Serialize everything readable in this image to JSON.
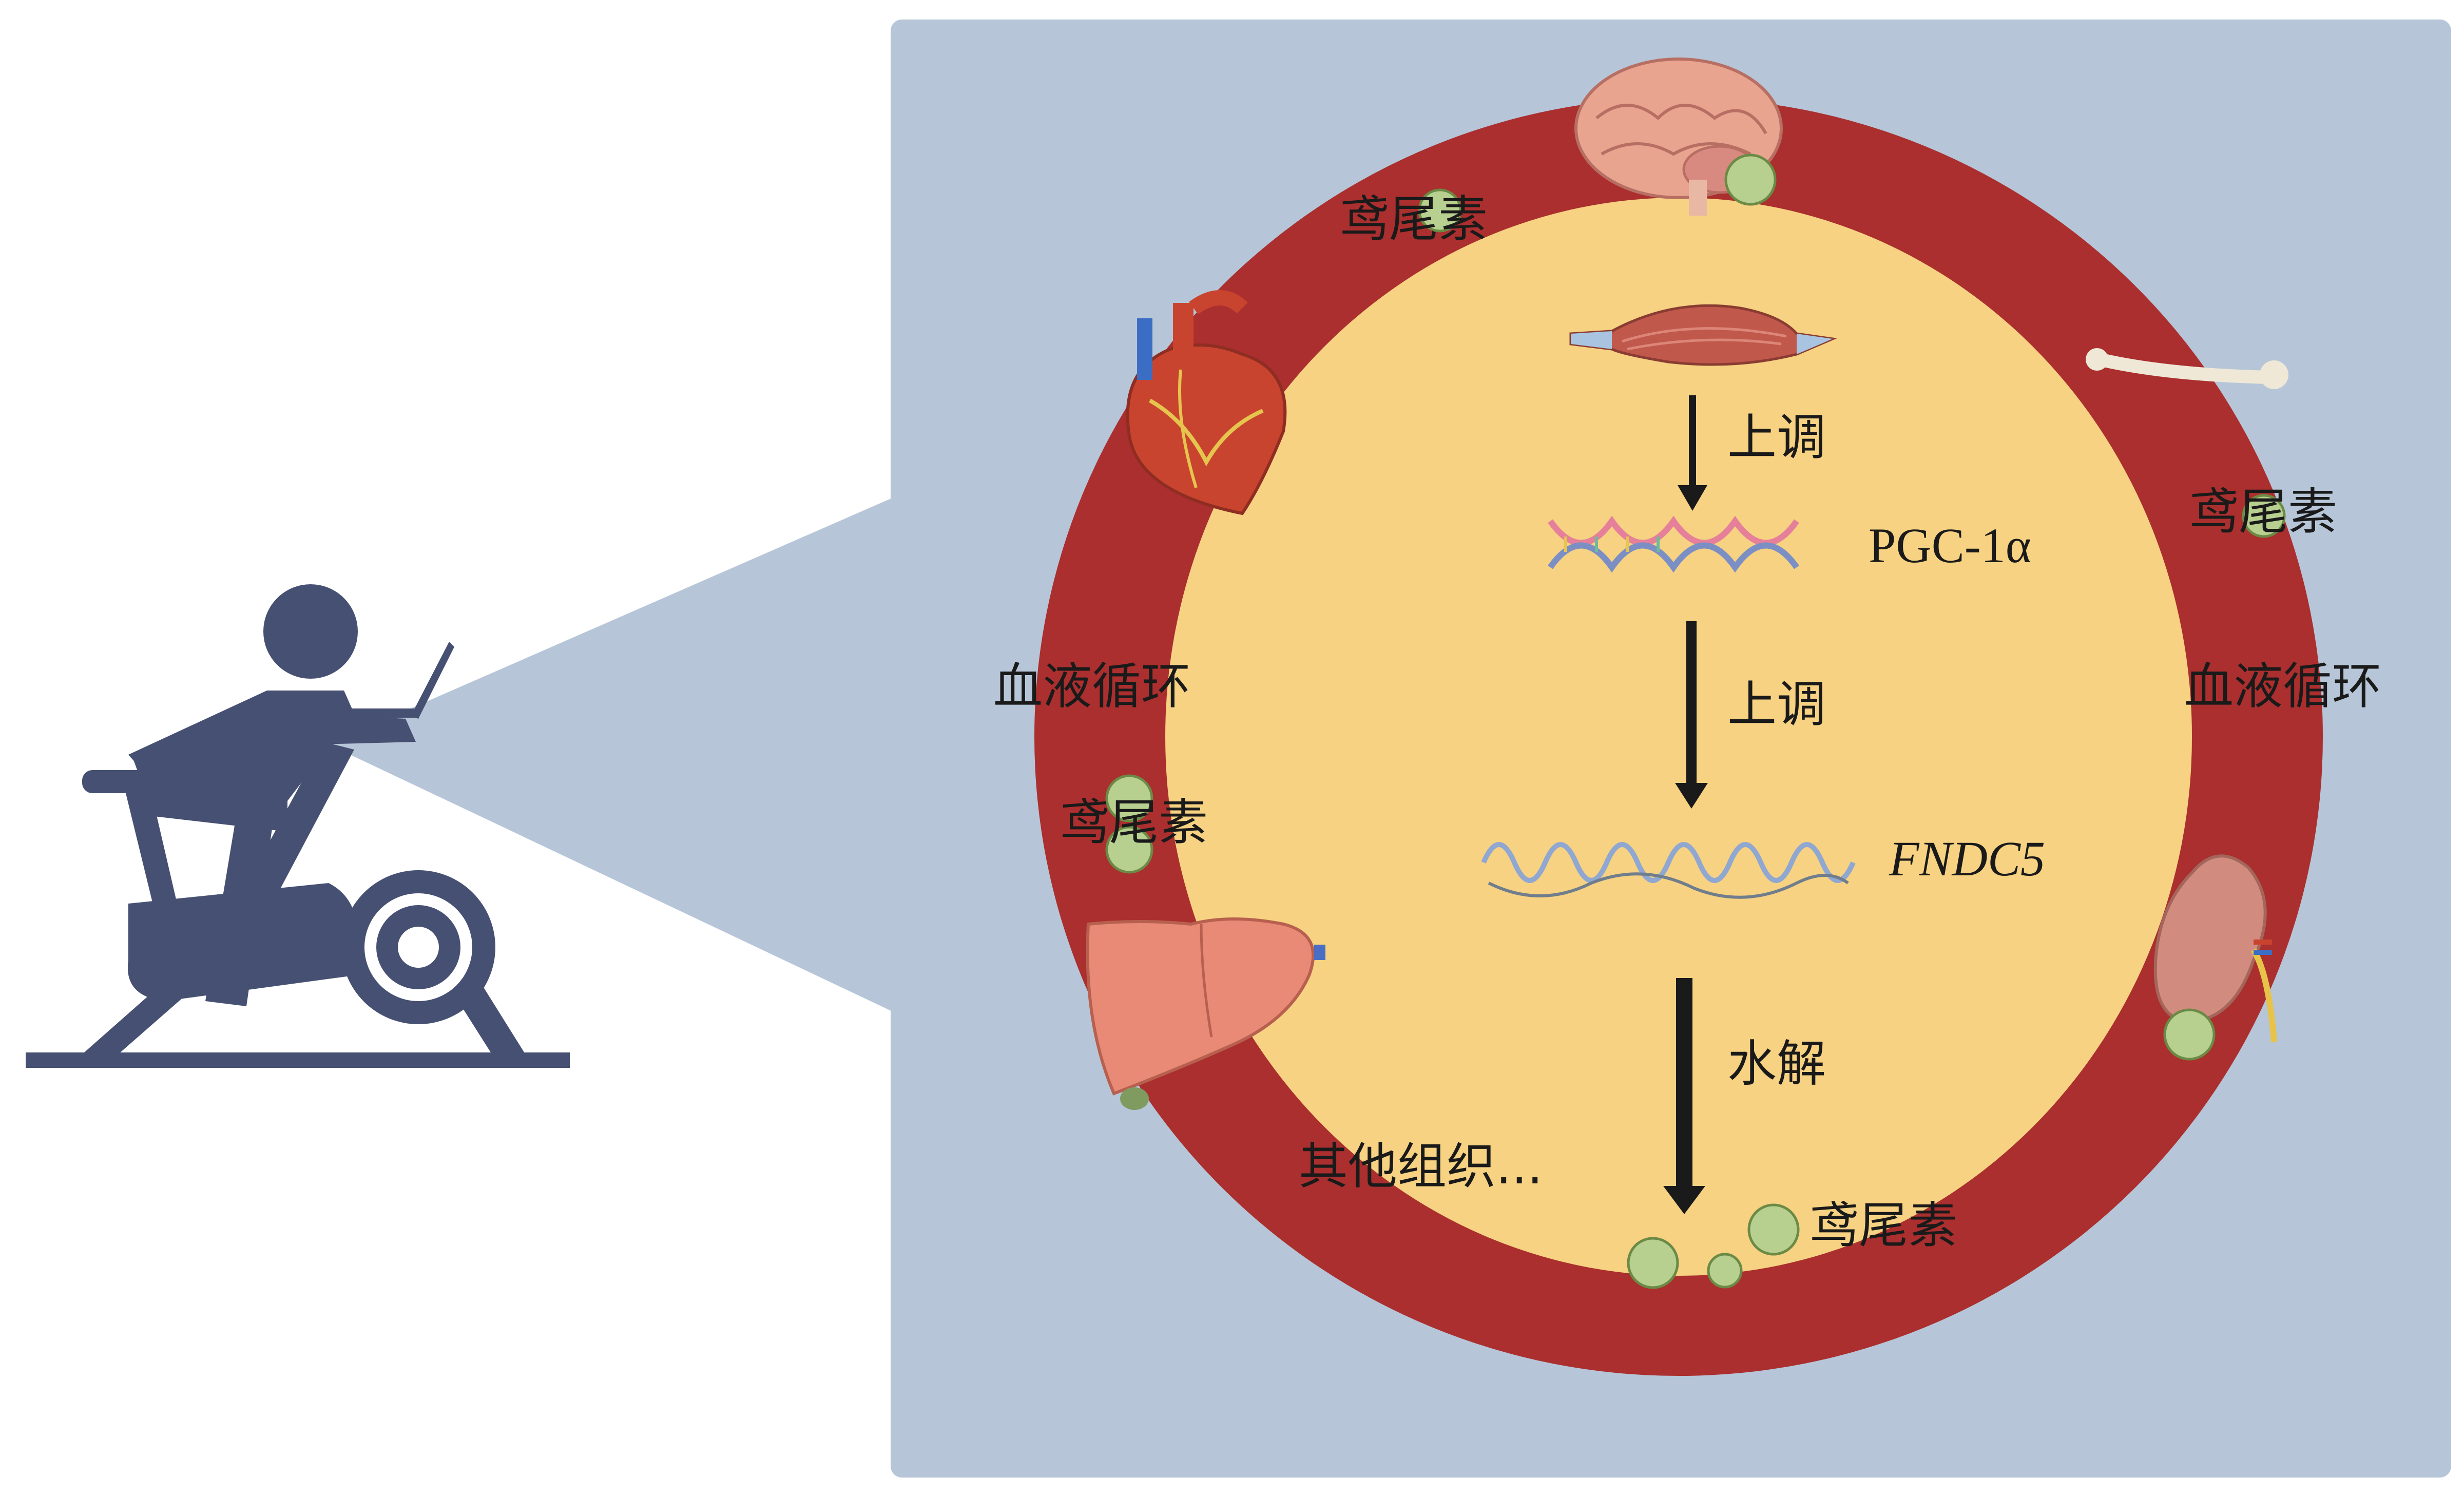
{
  "labels": {
    "irisin_top": "鸢尾素",
    "irisin_right": "鸢尾素",
    "irisin_left": "鸢尾素",
    "irisin_bottom": "鸢尾素",
    "circulation_left": "血液循环",
    "circulation_right": "血液循环",
    "other_tissues": "其他组织...",
    "upregulate_1": "上调",
    "upregulate_2": "上调",
    "hydrolysis": "水解",
    "pgc1a": "PGC-1α",
    "fndc5": "FNDC5"
  },
  "colors": {
    "panel": "#b6c6d8",
    "blood_ring": "#aa2f2e",
    "tissue_core": "#f6d282",
    "irisin": "#b8d08f",
    "icon": "#465072"
  }
}
